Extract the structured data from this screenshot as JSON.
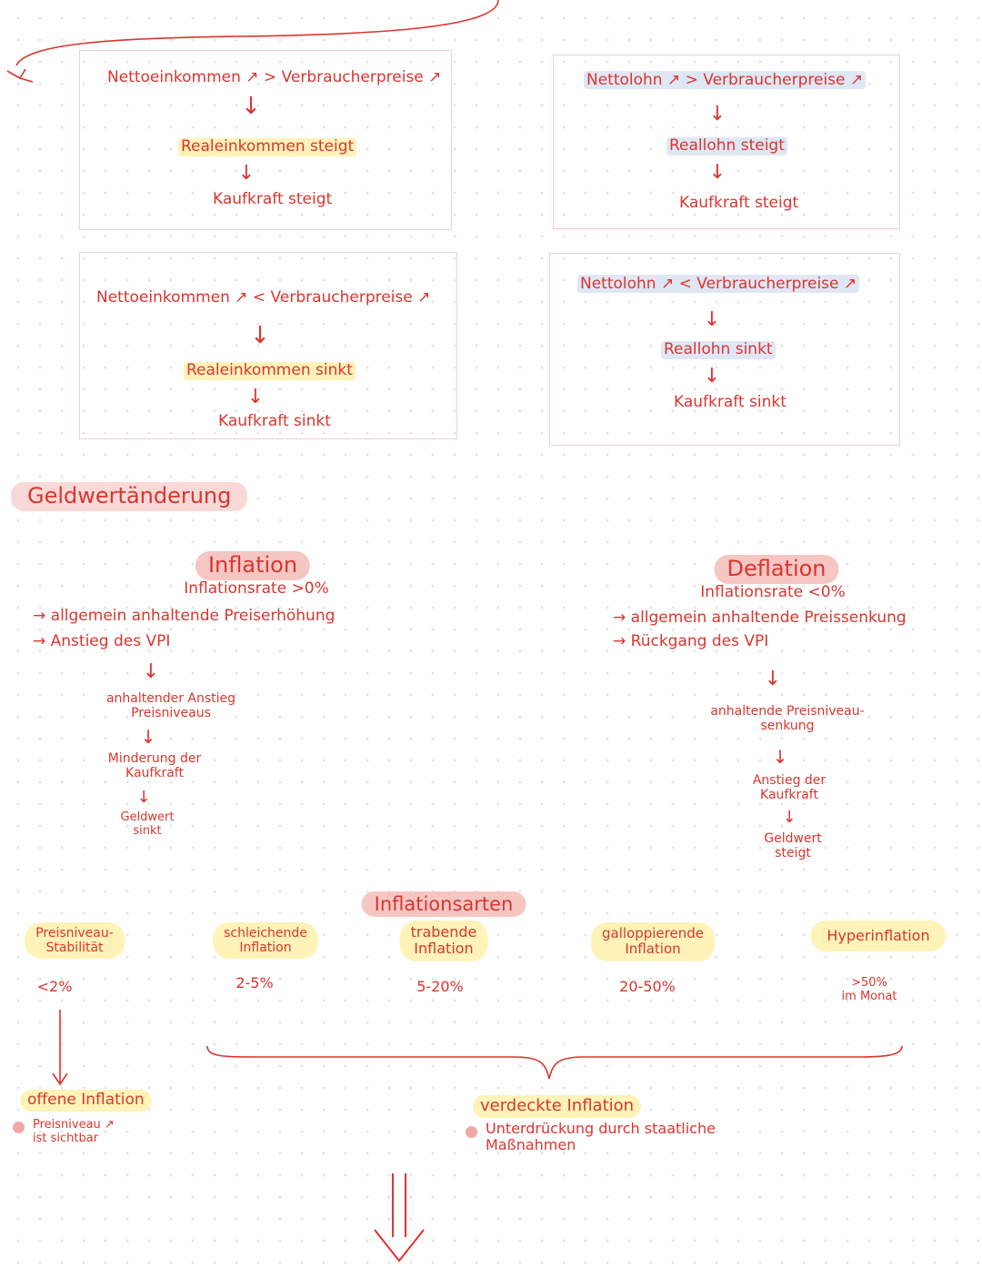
{
  "colors": {
    "ink": "#d9362f",
    "box_border": "#f3cfcf",
    "highlight_yellow": "#fff2b8",
    "highlight_blue": "#dfe7f5",
    "highlight_red": "#f6c6c3"
  },
  "boxes": {
    "top_left": {
      "line1": "Nettoeinkommen ↗ > Verbraucherpreise ↗",
      "line2": "Realeinkommen steigt",
      "line3": "Kaufkraft steigt"
    },
    "top_right": {
      "line1": "Nettolohn ↗ > Verbraucherpreise ↗",
      "line2": "Reallohn steigt",
      "line3": "Kaufkraft steigt"
    },
    "bottom_left": {
      "line1": "Nettoeinkommen ↗ < Verbraucherpreise ↗",
      "line2": "Realeinkommen sinkt",
      "line3": "Kaufkraft sinkt"
    },
    "bottom_right": {
      "line1": "Nettolohn ↗ < Verbraucherpreise ↗",
      "line2": "Reallohn sinkt",
      "line3": "Kaufkraft sinkt"
    }
  },
  "section_title": "Geldwertänderung",
  "inflation": {
    "title": "Inflation",
    "rate": "Inflationsrate >0%",
    "point1": "→ allgemein anhaltende Preiserhöhung",
    "point2": "→ Anstieg des VPI",
    "step1": "anhaltender Anstieg\nPreisniveaus",
    "step2": "Minderung der\nKaufkraft",
    "step3": "Geldwert\nsinkt"
  },
  "deflation": {
    "title": "Deflation",
    "rate": "Inflationsrate <0%",
    "point1": "→ allgemein anhaltende Preissenkung",
    "point2": "→ Rückgang des VPI",
    "step1": "anhaltende Preisniveau-\nsenkung",
    "step2": "Anstieg der\nKaufkraft",
    "step3": "Geldwert\nsteigt"
  },
  "inflation_types": {
    "title": "Inflationsarten",
    "types": [
      {
        "name": "Preisniveau-\nStabilität",
        "range": "<2%"
      },
      {
        "name": "schleichende\nInflation",
        "range": "2-5%"
      },
      {
        "name": "trabende\nInflation",
        "range": "5-20%"
      },
      {
        "name": "galloppierende\nInflation",
        "range": "20-50%"
      },
      {
        "name": "Hyperinflation",
        "range": ">50%\nim Monat"
      }
    ]
  },
  "open_inflation": {
    "title": "offene Inflation",
    "note": "Preisniveau ↗\nist sichtbar"
  },
  "hidden_inflation": {
    "title": "verdeckte Inflation",
    "note": "Unterdrückung durch staatliche\nMaßnahmen"
  }
}
